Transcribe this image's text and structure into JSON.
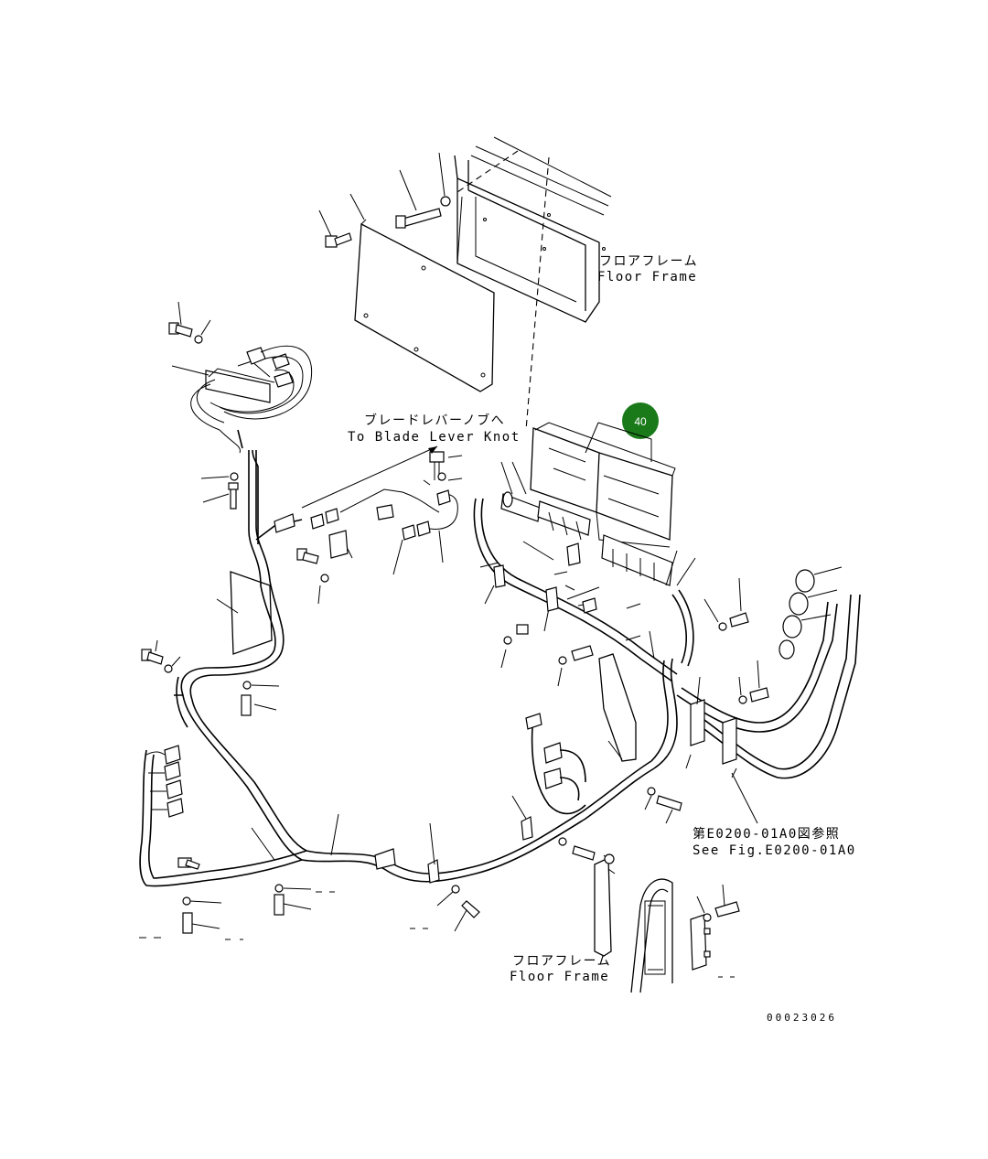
{
  "labels": {
    "floor_frame_top_jp": "フロアフレーム",
    "floor_frame_top_en": "Floor Frame",
    "blade_jp": "ブレードレバーノブへ",
    "blade_en": "To Blade Lever Knot",
    "see_fig_jp": "第E0200-01A0図参照",
    "see_fig_en": "See Fig.E0200-01A0",
    "floor_frame_bottom_jp": "フロアフレーム",
    "floor_frame_bottom_en": "Floor Frame",
    "drawing_number": "00023026"
  },
  "callout": {
    "number": "40",
    "color": "#1a7a1a"
  }
}
